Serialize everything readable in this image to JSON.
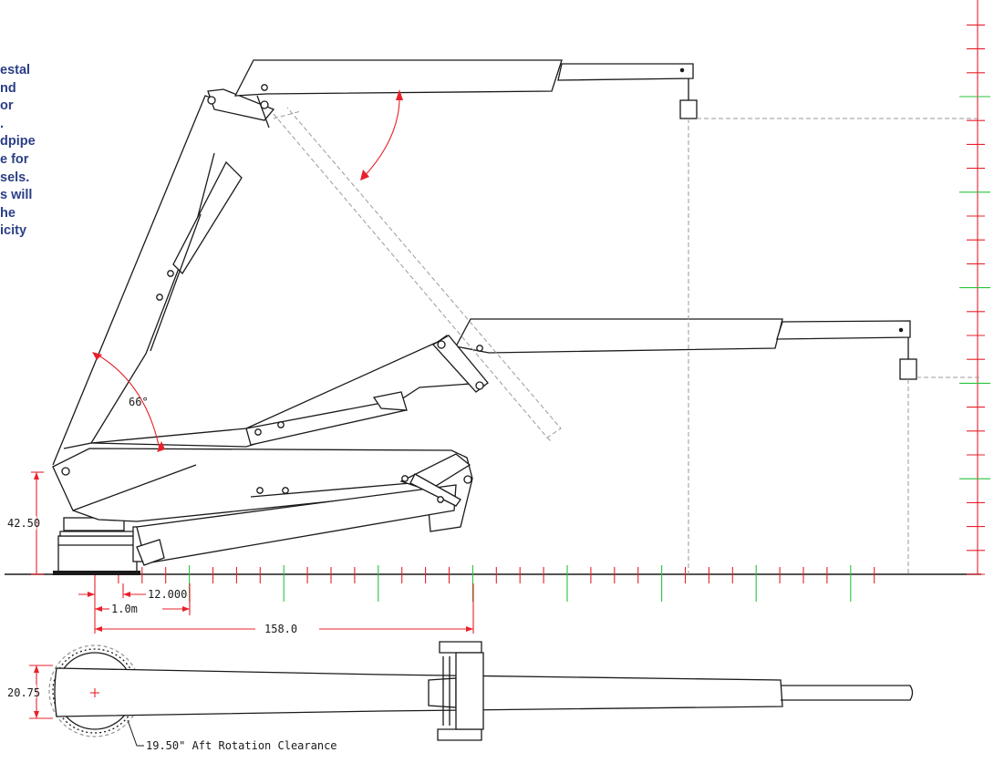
{
  "colors": {
    "text_blue": "#2b3f87",
    "dim_red": "#e8202a",
    "tick_green": "#29c33b",
    "outline": "#1a1a1a",
    "hidden_gray": "#9a9a9a"
  },
  "side_text": [
    "estal",
    "nd",
    "or",
    ".",
    "dpipe",
    "e for",
    "sels.",
    "s will",
    "he",
    "icity"
  ],
  "dims": {
    "angle": "66°",
    "pedestal_height": "42.50",
    "offset": "12.000",
    "meter": "1.0m",
    "reach": "158.0",
    "width": "20.75",
    "aft_clearance": "19.50\" Aft Rotation Clearance"
  }
}
